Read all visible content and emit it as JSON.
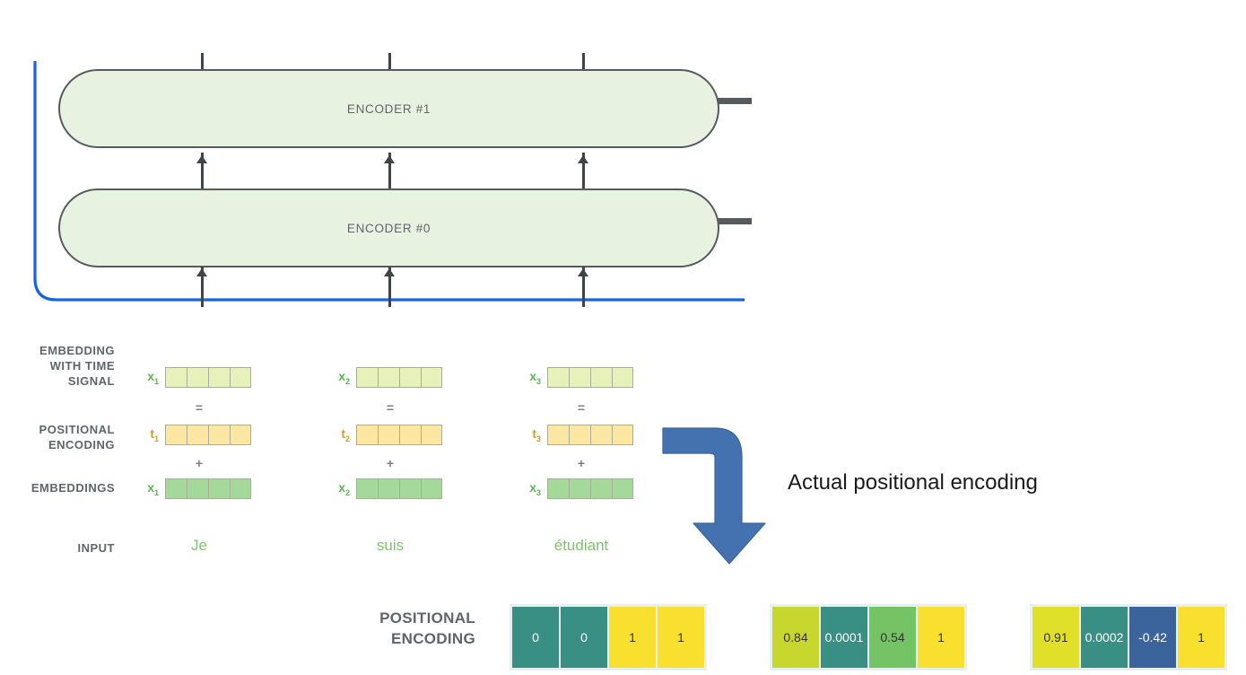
{
  "diagram": {
    "encoders": [
      {
        "id": "encoder-1",
        "label": "ENCODER #1"
      },
      {
        "id": "encoder-0",
        "label": "ENCODER #0"
      }
    ],
    "row_labels": {
      "embedding_with_time_signal": "EMBEDDING\nWITH TIME\nSIGNAL",
      "positional_encoding": "POSITIONAL\nENCODING",
      "embeddings": "EMBEDDINGS",
      "input": "INPUT"
    },
    "tokens": [
      {
        "input_word": "Je",
        "sum_tag": "x",
        "sum_sub": "1",
        "pos_tag": "t",
        "pos_sub": "1",
        "emb_tag": "x",
        "emb_sub": "1"
      },
      {
        "input_word": "suis",
        "sum_tag": "x",
        "sum_sub": "2",
        "pos_tag": "t",
        "pos_sub": "2",
        "emb_tag": "x",
        "emb_sub": "2"
      },
      {
        "input_word": "étudiant",
        "sum_tag": "x",
        "sum_sub": "3",
        "pos_tag": "t",
        "pos_sub": "3",
        "emb_tag": "x",
        "emb_sub": "3"
      }
    ],
    "operators": {
      "equals": "=",
      "plus": "+"
    },
    "cells_per_vector": 4
  },
  "annotation": {
    "text": "Actual positional encoding",
    "arrow_color": "#4472b0"
  },
  "positional_encoding_matrix": {
    "label": "POSITIONAL\nENCODING",
    "groups": [
      {
        "cells": [
          {
            "value": "0",
            "bg": "#3a8f85",
            "fg": "#ffffff"
          },
          {
            "value": "0",
            "bg": "#3a8f85",
            "fg": "#ffffff"
          },
          {
            "value": "1",
            "bg": "#fae02e",
            "fg": "#333333"
          },
          {
            "value": "1",
            "bg": "#fae02e",
            "fg": "#333333"
          }
        ]
      },
      {
        "cells": [
          {
            "value": "0.84",
            "bg": "#c8d72e",
            "fg": "#333333"
          },
          {
            "value": "0.0001",
            "bg": "#3a8f85",
            "fg": "#ffffff"
          },
          {
            "value": "0.54",
            "bg": "#74c365",
            "fg": "#333333"
          },
          {
            "value": "1",
            "bg": "#fae02e",
            "fg": "#333333"
          }
        ]
      },
      {
        "cells": [
          {
            "value": "0.91",
            "bg": "#e0e02b",
            "fg": "#333333"
          },
          {
            "value": "0.0002",
            "bg": "#3a8f85",
            "fg": "#ffffff"
          },
          {
            "value": "-0.42",
            "bg": "#3b639c",
            "fg": "#ffffff"
          },
          {
            "value": "1",
            "bg": "#fae02e",
            "fg": "#333333"
          }
        ]
      }
    ]
  },
  "colors": {
    "encoder_fill": "#e8f2e1",
    "encoder_stroke": "#555b5e",
    "residual_blue": "#1663e8",
    "sum_cell": "#e6f2ba",
    "pos_cell": "#fbe7a2",
    "emb_cell": "#a5d99a",
    "word_green": "#7cc36a",
    "label_gray": "#5f6568"
  }
}
